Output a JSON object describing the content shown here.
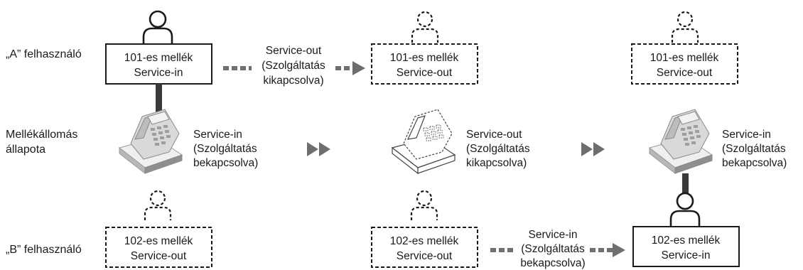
{
  "rows": {
    "user_a": "„A” felhasználó",
    "extension_state_line1": "Mellékállomás",
    "extension_state_line2": "állapota",
    "user_b": "„B” felhasználó"
  },
  "boxes": {
    "a1": {
      "line1": "101-es mellék",
      "line2": "Service-in"
    },
    "a2": {
      "line1": "101-es mellék",
      "line2": "Service-out"
    },
    "a3": {
      "line1": "101-es mellék",
      "line2": "Service-out"
    },
    "b1": {
      "line1": "102-es mellék",
      "line2": "Service-out"
    },
    "b2": {
      "line1": "102-es mellék",
      "line2": "Service-out"
    },
    "b3": {
      "line1": "102-es mellék",
      "line2": "Service-in"
    }
  },
  "transitions": {
    "a_to_out": {
      "line1": "Service-out",
      "line2": "(Szolgáltatás",
      "line3": "kikapcsolva)"
    },
    "b_to_in": {
      "line1": "Service-in",
      "line2": "(Szolgáltatás",
      "line3": "bekapcsolva)"
    }
  },
  "phone_states": {
    "p1": {
      "line1": "Service-in",
      "line2": "(Szolgáltatás",
      "line3": "bekapcsolva)"
    },
    "p2": {
      "line1": "Service-out",
      "line2": "(Szolgáltatás",
      "line3": "kikapcsolva)"
    },
    "p3": {
      "line1": "Service-in",
      "line2": "(Szolgáltatás",
      "line3": "bekapcsolva)"
    }
  },
  "colors": {
    "stroke": "#1a1a1a",
    "connector": "#3a3a3a",
    "arrow": "#6e6e6e",
    "phone_body": "#d9d9d9",
    "phone_shadow": "#a6a6a6"
  }
}
